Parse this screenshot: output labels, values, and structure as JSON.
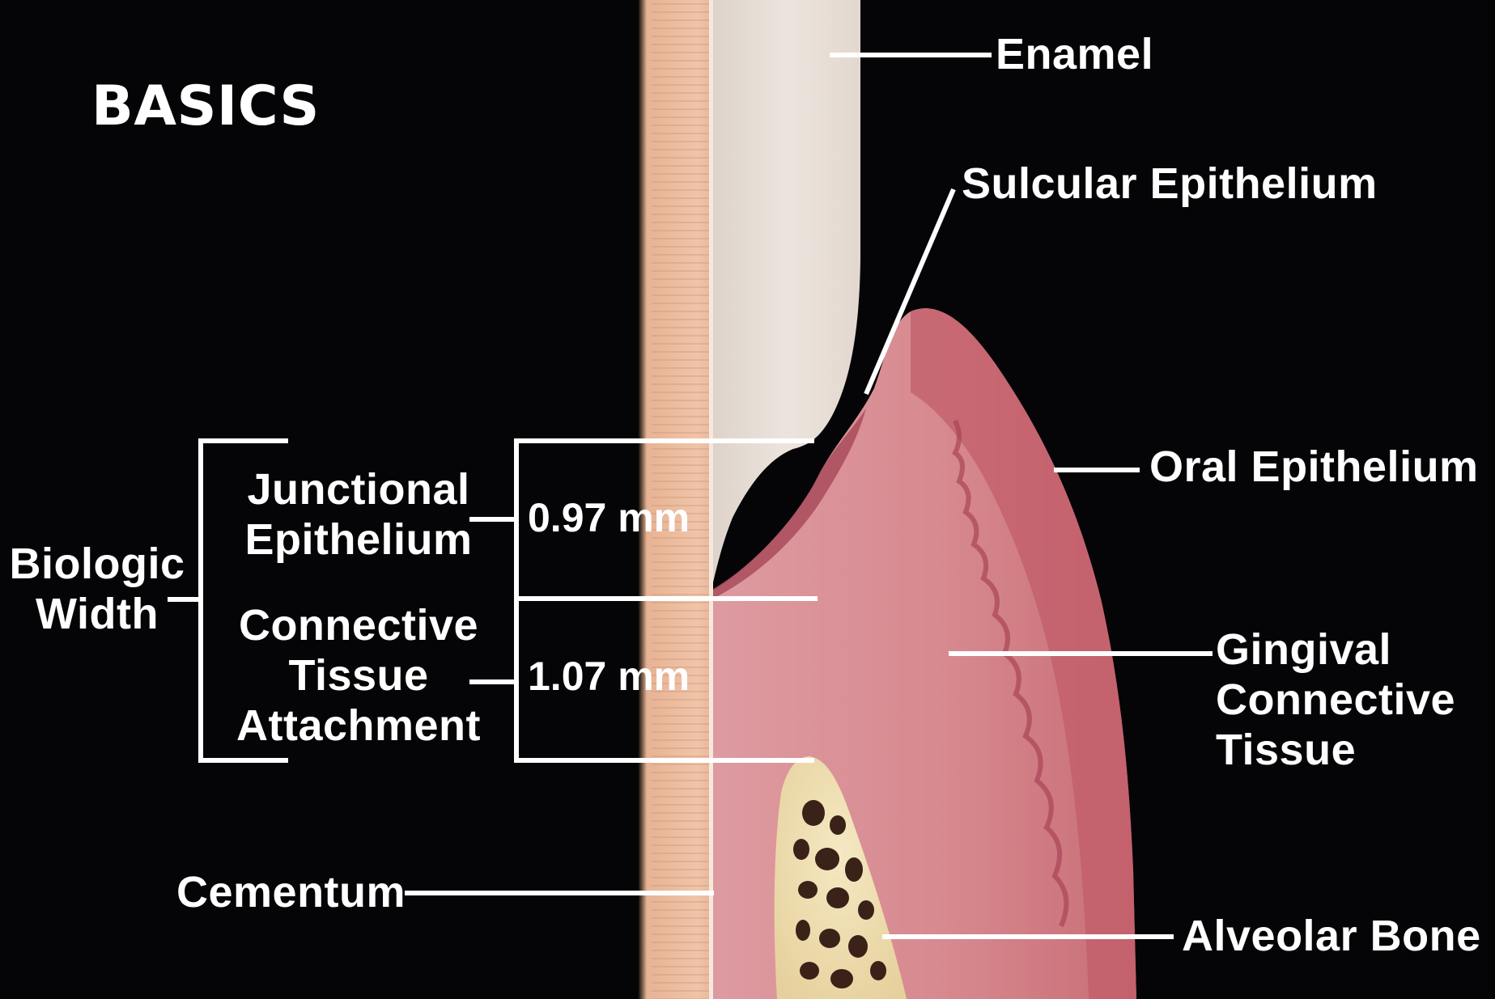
{
  "title": "BASICS",
  "labels": {
    "enamel": "Enamel",
    "sulcular_epithelium": "Sulcular Epithelium",
    "oral_epithelium": "Oral Epithelium",
    "junctional_epithelium": "Junctional\nEpithelium",
    "biologic_width": "Biologic\nWidth",
    "connective_tissue_attachment": "Connective\nTissue\nAttachment",
    "gingival_connective_tissue": "Gingival\nConnective\nTissue",
    "cementum": "Cementum",
    "alveolar_bone": "Alveolar Bone"
  },
  "measurements": {
    "junctional_epithelium": "0.97 mm",
    "connective_tissue_attachment": "1.07 mm"
  },
  "colors": {
    "background": "#050507",
    "enamel": "#e6ddd6",
    "dentin": "#e8b89a",
    "gingiva": "#d9848a",
    "gingiva_dark": "#b8505d",
    "bone": "#efe0b4",
    "bone_pores": "#3a2218",
    "leader_lines": "#ffffff"
  }
}
